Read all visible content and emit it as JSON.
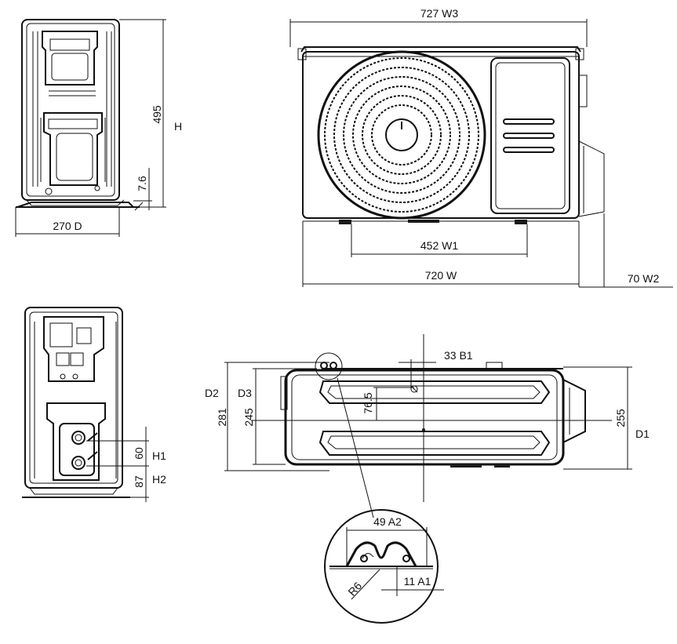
{
  "labels": {
    "side_height": "495",
    "side_height_symbol": "H",
    "side_foot": "7.6",
    "side_depth": "270  D",
    "front_width_top": "727  W3",
    "front_width_feet": "452 W1",
    "front_width": "720  W",
    "front_protrusion": "70  W2",
    "lower_side_h1": "60",
    "lower_side_h1_symbol": "H1",
    "lower_side_h2": "87",
    "lower_side_h2_symbol": "H2",
    "bottom_d2_symbol": "D2",
    "bottom_d3_symbol": "D3",
    "bottom_d2": "281",
    "bottom_d3": "245",
    "bottom_offset": "76.5",
    "bottom_b1": "33 B1",
    "bottom_d1": "255",
    "bottom_d1_symbol": "D1",
    "detail_a2": "49 A2",
    "detail_radius": "R6",
    "detail_a1": "11  A1"
  },
  "colors": {
    "line": "#111111",
    "background": "#ffffff"
  }
}
